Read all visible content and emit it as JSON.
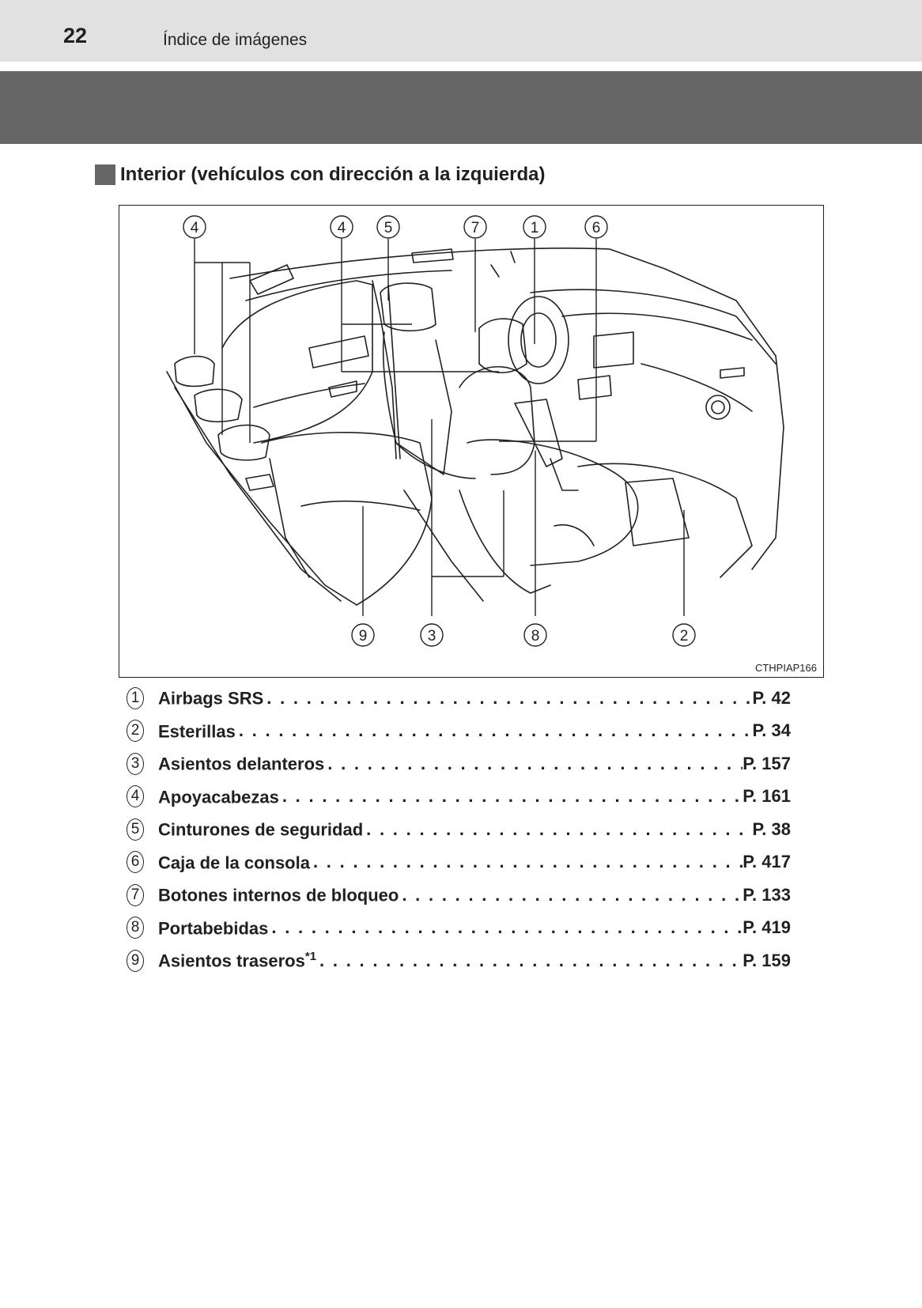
{
  "header": {
    "page_number": "22",
    "running_title": "Índice de imágenes"
  },
  "section": {
    "title": "Interior (vehículos con dirección a la izquierda)"
  },
  "figure": {
    "code": "CTHPIAP166",
    "callouts_top": [
      "4",
      "4",
      "5",
      "7",
      "1",
      "6"
    ],
    "callouts_bottom": [
      "9",
      "3",
      "8",
      "2"
    ]
  },
  "items": [
    {
      "num": "1",
      "label": "Airbags SRS",
      "sup": "",
      "page": "P. 42"
    },
    {
      "num": "2",
      "label": "Esterillas",
      "sup": "",
      "page": "P. 34"
    },
    {
      "num": "3",
      "label": "Asientos delanteros",
      "sup": "",
      "page": "P. 157"
    },
    {
      "num": "4",
      "label": "Apoyacabezas",
      "sup": "",
      "page": "P. 161"
    },
    {
      "num": "5",
      "label": "Cinturones de seguridad",
      "sup": "",
      "page": "P. 38"
    },
    {
      "num": "6",
      "label": "Caja de la consola",
      "sup": "",
      "page": "P. 417"
    },
    {
      "num": "7",
      "label": "Botones internos de bloqueo",
      "sup": "",
      "page": "P. 133"
    },
    {
      "num": "8",
      "label": "Portabebidas",
      "sup": "",
      "page": "P. 419"
    },
    {
      "num": "9",
      "label": "Asientos traseros",
      "sup": "*1",
      "page": "P. 159"
    }
  ]
}
